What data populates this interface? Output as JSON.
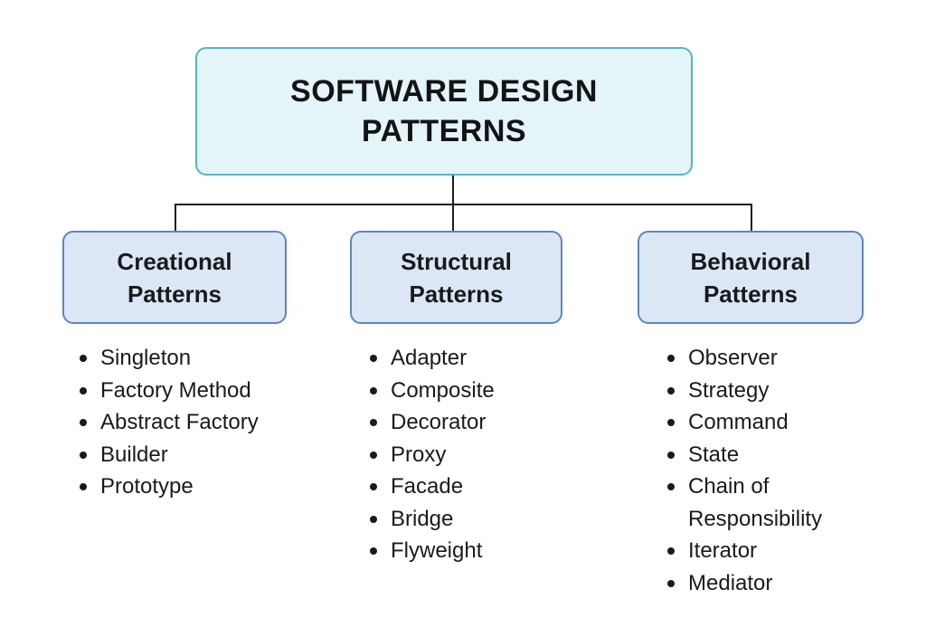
{
  "title": "SOFTWARE DESIGN PATTERNS",
  "categories": [
    {
      "title_line1": "Creational",
      "title_line2": "Patterns",
      "items": [
        "Singleton",
        "Factory Method",
        "Abstract Factory",
        "Builder",
        "Prototype"
      ]
    },
    {
      "title_line1": "Structural",
      "title_line2": "Patterns",
      "items": [
        "Adapter",
        "Composite",
        "Decorator",
        "Proxy",
        "Facade",
        "Bridge",
        "Flyweight"
      ]
    },
    {
      "title_line1": "Behavioral",
      "title_line2": "Patterns",
      "items": [
        "Observer",
        "Strategy",
        "Command",
        "State",
        "Chain of Responsibility",
        "Iterator",
        "Mediator"
      ]
    }
  ],
  "colors": {
    "root_fill": "#e4f5f9",
    "root_border": "#56b4c5",
    "category_fill": "#dce7f6",
    "category_border": "#5b86c4",
    "connector": "#1f1f1f"
  }
}
